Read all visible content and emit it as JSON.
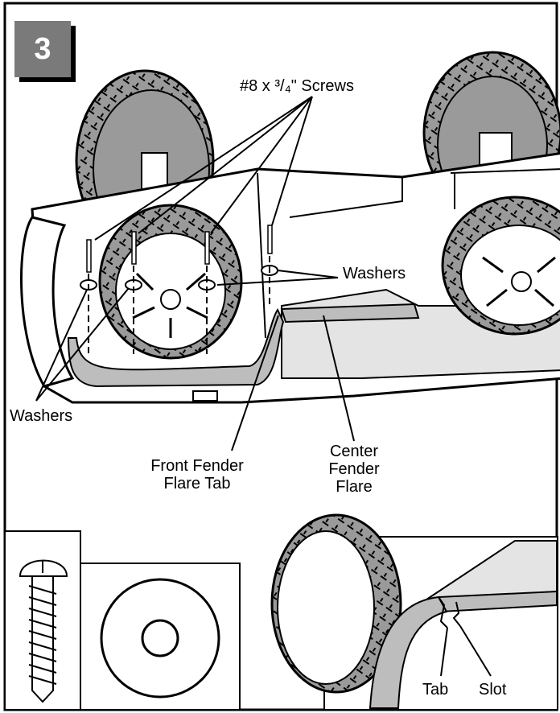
{
  "step": {
    "number": "3"
  },
  "labels": {
    "screws": "#8 x ³/₄\" Screws",
    "washers_right": "Washers",
    "washers_left": "Washers",
    "front_fender_flare_tab": [
      "Front Fender",
      "Flare Tab"
    ],
    "center_fender_flare": [
      "Center",
      "Fender",
      "Flare"
    ]
  },
  "detail": {
    "tab": "Tab",
    "slot": "Slot"
  },
  "colors": {
    "badge": "#7a7a7a",
    "fender": "#bdbdbd",
    "line": "#000000"
  }
}
